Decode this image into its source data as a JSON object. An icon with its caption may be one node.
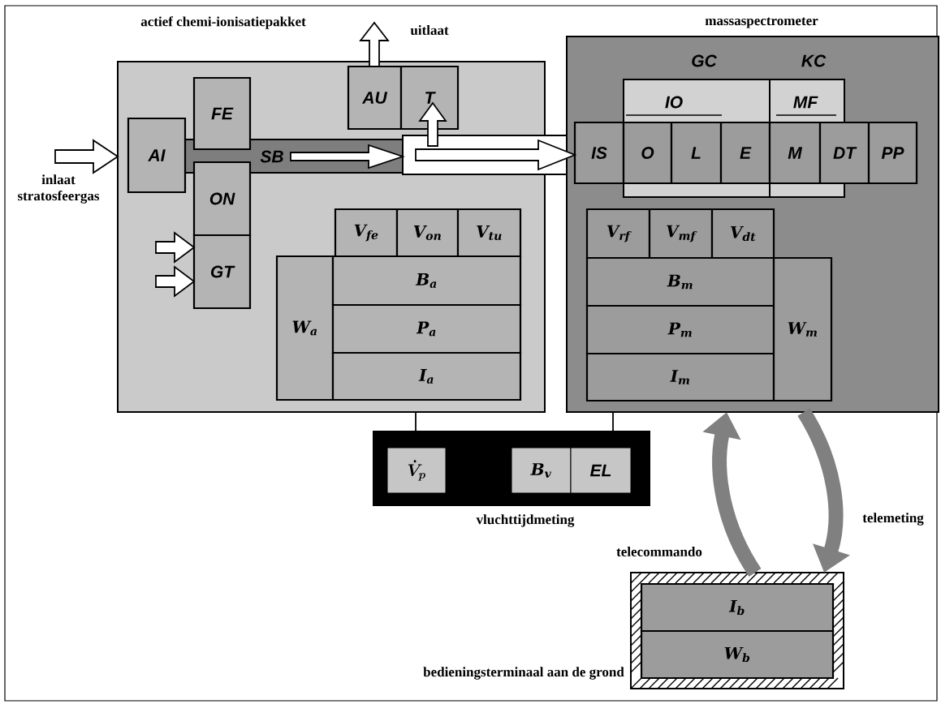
{
  "diagram": {
    "nodes": [
      {
        "text": [
          "actief chemi-ionisatiepakket"
        ]
      },
      {
        "text": [
          "AI"
        ],
        "in": 0
      },
      {
        "text": [
          "FE"
        ],
        "in": 0
      },
      {
        "text": [
          "ON"
        ],
        "in": 0
      },
      {
        "text": [
          "GT"
        ],
        "in": 0
      },
      {
        "text": [
          "AU"
        ],
        "in": 0
      },
      {
        "text": [
          "T"
        ],
        "in": 0
      },
      {
        "text": [
          "SB"
        ],
        "in": 0
      },
      {
        "text": [],
        "shape": "box"
      },
      {
        "text": [
          "V$_{fe}$"
        ],
        "in": 0
      },
      {
        "text": [
          "V$_{on}$"
        ],
        "in": 0
      },
      {
        "text": [
          "V$_{tu}$"
        ],
        "in": 0
      },
      {
        "text": [
          "W$_{a}$"
        ],
        "in": 0
      },
      {
        "text": [
          "B$_{a}$"
        ],
        "in": 0
      },
      {
        "text": [
          "P$_{a}$"
        ],
        "in": 0
      },
      {
        "text": [
          "I$_{a}$"
        ],
        "in": 0
      },
      {
        "text": [
          "massaspectrometer"
        ]
      },
      {
        "text": [
          "IO"
        ],
        "in": 16
      },
      {
        "text": [
          "MF"
        ],
        "in": 16
      },
      {
        "text": [
          "IS"
        ],
        "in": 16
      },
      {
        "text": [
          "O"
        ],
        "in": 17
      },
      {
        "text": [
          "L"
        ],
        "in": 17
      },
      {
        "text": [
          "E"
        ],
        "in": 17
      },
      {
        "text": [
          "M"
        ],
        "in": 18
      },
      {
        "text": [
          "DT"
        ],
        "in": 16
      },
      {
        "text": [
          "PP"
        ],
        "in": 16
      },
      {
        "text": [
          "V$_{rf}$"
        ],
        "in": 16
      },
      {
        "text": [
          "V$_{mf}$"
        ],
        "in": 16
      },
      {
        "text": [
          "V$_{dt}$"
        ],
        "in": 16
      },
      {
        "text": [
          "B$_{m}$"
        ],
        "in": 16
      },
      {
        "text": [
          "P$_{m}$"
        ],
        "in": 16
      },
      {
        "text": [
          "I$_{m}$"
        ],
        "in": 16
      },
      {
        "text": [
          "W$_{m}$"
        ],
        "in": 16
      },
      {
        "text": [
          "vluchttijdmeting"
        ]
      },
      {
        "text": [
          "\\dot{V}_{p}"
        ],
        "in": 33
      },
      {
        "text": [
          "B$_{v}$"
        ],
        "in": 33
      },
      {
        "text": [
          "EL"
        ],
        "in": 33
      },
      {
        "text": [
          "bedieningsterminaal aan de grond"
        ]
      },
      {
        "text": [
          "I$_{b}$"
        ],
        "in": 37
      },
      {
        "text": [
          "W$_{b}$"
        ],
        "in": 37
      }
    ],
    "edges": [
      {
        "from": null,
        "to": 0,
        "arrow": "to"
      },
      {
        "from": null,
        "to": 4,
        "arrow": "to"
      },
      {
        "from": null,
        "to": 4,
        "arrow": "to"
      },
      {
        "from": 7,
        "to": 8,
        "arrow": "to"
      },
      {
        "from": 8,
        "to": 19,
        "arrow": "to"
      },
      {
        "from": 8,
        "to": 6,
        "arrow": "to"
      },
      {
        "from": 5,
        "to": null,
        "arrow": "to"
      },
      {
        "from": 0,
        "to": 33,
        "arrow": "none"
      },
      {
        "from": 16,
        "to": 33,
        "arrow": "none"
      },
      {
        "from": 37,
        "to": 16,
        "arrow": "to",
        "label": "telecommando",
        "style": "thick",
        "color": "#808080"
      },
      {
        "from": 16,
        "to": 37,
        "arrow": "to",
        "label": "telemeting",
        "style": "thick",
        "color": "#808080"
      }
    ],
    "labels": [
      "uitlaat",
      "GC",
      "KC",
      "inlaat stratosfeergas"
    ]
  }
}
